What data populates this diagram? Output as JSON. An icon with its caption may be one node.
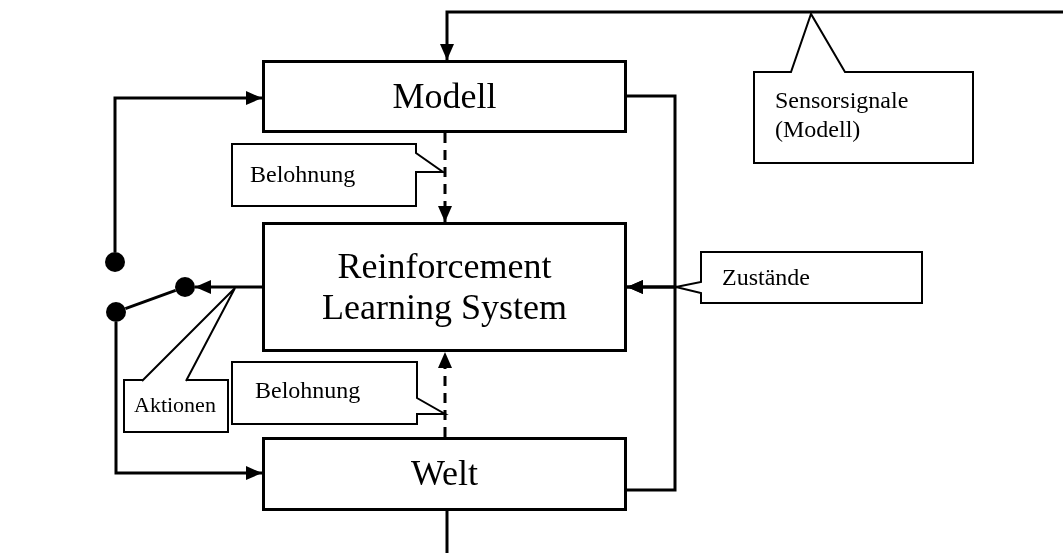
{
  "diagram": {
    "nodes": [
      {
        "text": [
          "Modell"
        ]
      },
      {
        "text": [
          "Sensorsignale (Modell)"
        ]
      },
      {
        "text": [
          "Belohnung"
        ]
      },
      {
        "text": [],
        "shape": "circle"
      },
      {
        "text": [
          "Reinforcement Learning System"
        ]
      },
      {
        "text": [],
        "shape": "circle"
      },
      {
        "text": [
          "Zustände"
        ]
      },
      {
        "text": [],
        "shape": "circle"
      },
      {
        "text": [
          "Belohnung"
        ]
      },
      {
        "text": [
          "Aktionen"
        ]
      },
      {
        "text": [
          "Welt"
        ]
      }
    ],
    "edges": [
      {
        "from": null,
        "to": 0,
        "arrow": "to"
      },
      {
        "from": 0,
        "to": 4,
        "arrow": "to",
        "style": "dashed"
      },
      {
        "from": 3,
        "to": 0,
        "arrow": "to"
      },
      {
        "from": 0,
        "to": 4,
        "arrow": "to"
      },
      {
        "from": 10,
        "to": 4,
        "arrow": "to"
      },
      {
        "from": 4,
        "to": 5,
        "arrow": "to"
      },
      {
        "from": 7,
        "to": 5,
        "arrow": "none"
      },
      {
        "from": 7,
        "to": 10,
        "arrow": "to"
      },
      {
        "from": 10,
        "to": 4,
        "arrow": "to",
        "style": "dashed"
      },
      {
        "from": 10,
        "to": null,
        "arrow": "none"
      }
    ]
  }
}
